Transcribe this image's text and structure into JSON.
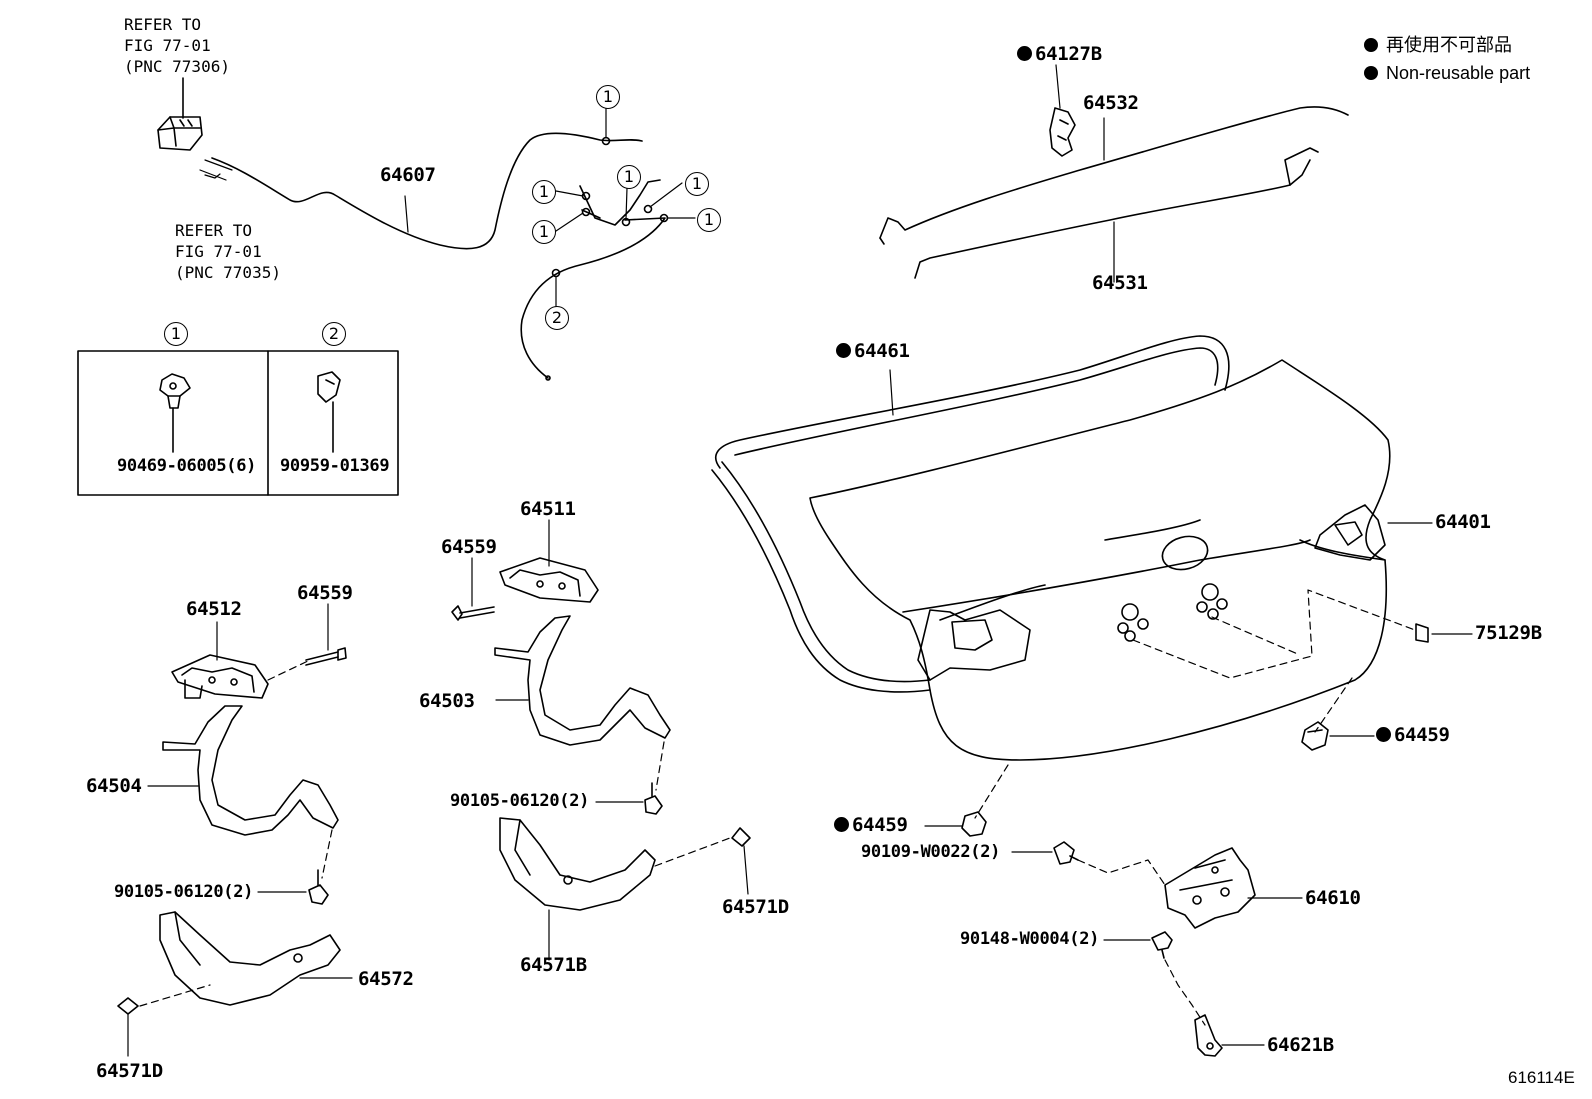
{
  "legend": {
    "ja": "再使用不可部品",
    "en": "Non-reusable part"
  },
  "refs": {
    "top": "REFER TO\nFIG 77-01\n(PNC 77306)",
    "mid": "REFER TO\nFIG 77-01\n(PNC 77035)"
  },
  "markers": {
    "one": "1",
    "two": "2"
  },
  "inset": {
    "col1_header": "1",
    "col2_header": "2",
    "col1_part": "90469-06005(6)",
    "col2_part": "90959-01369"
  },
  "parts": {
    "p64607": "64607",
    "p64127B": "64127B",
    "p64532": "64532",
    "p64531": "64531",
    "p64461": "64461",
    "p64401": "64401",
    "p75129B": "75129B",
    "p64459_right": "64459",
    "p64459_left": "64459",
    "p90109": "90109-W0022(2)",
    "p64610": "64610",
    "p90148": "90148-W0004(2)",
    "p64621B": "64621B",
    "p64511": "64511",
    "p64559_mid": "64559",
    "p64503": "64503",
    "p90105_mid": "90105-06120(2)",
    "p64571D_mid": "64571D",
    "p64571B": "64571B",
    "p64512": "64512",
    "p64559_left": "64559",
    "p64504": "64504",
    "p90105_left": "90105-06120(2)",
    "p64572": "64572",
    "p64571D_left": "64571D"
  },
  "diagram_id": "616114E"
}
